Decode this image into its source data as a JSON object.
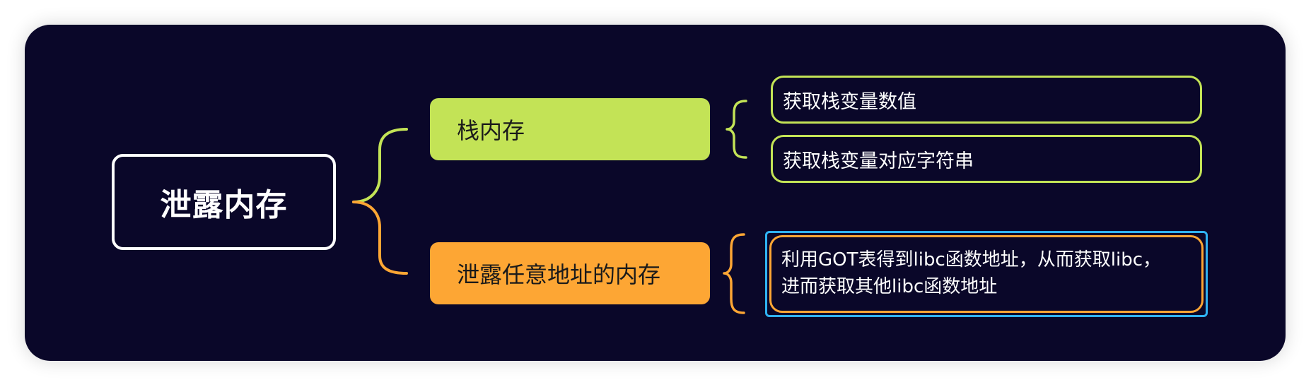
{
  "root": {
    "label": "泄露内存"
  },
  "branches": [
    {
      "label": "栈内存",
      "color": "#c3e356",
      "children": [
        {
          "label": "获取栈变量数值"
        },
        {
          "label": "获取栈变量对应字符串"
        }
      ]
    },
    {
      "label": "泄露任意地址的内存",
      "color": "#fda634",
      "children": [
        {
          "lines": [
            "利用GOT表得到libc函数地址，从而获取libc，",
            "进而获取其他libc函数地址"
          ],
          "selected": true
        }
      ]
    }
  ],
  "colors": {
    "background": "#0a0729",
    "root_border": "#ffffff",
    "selection": "#2fb2f2"
  }
}
